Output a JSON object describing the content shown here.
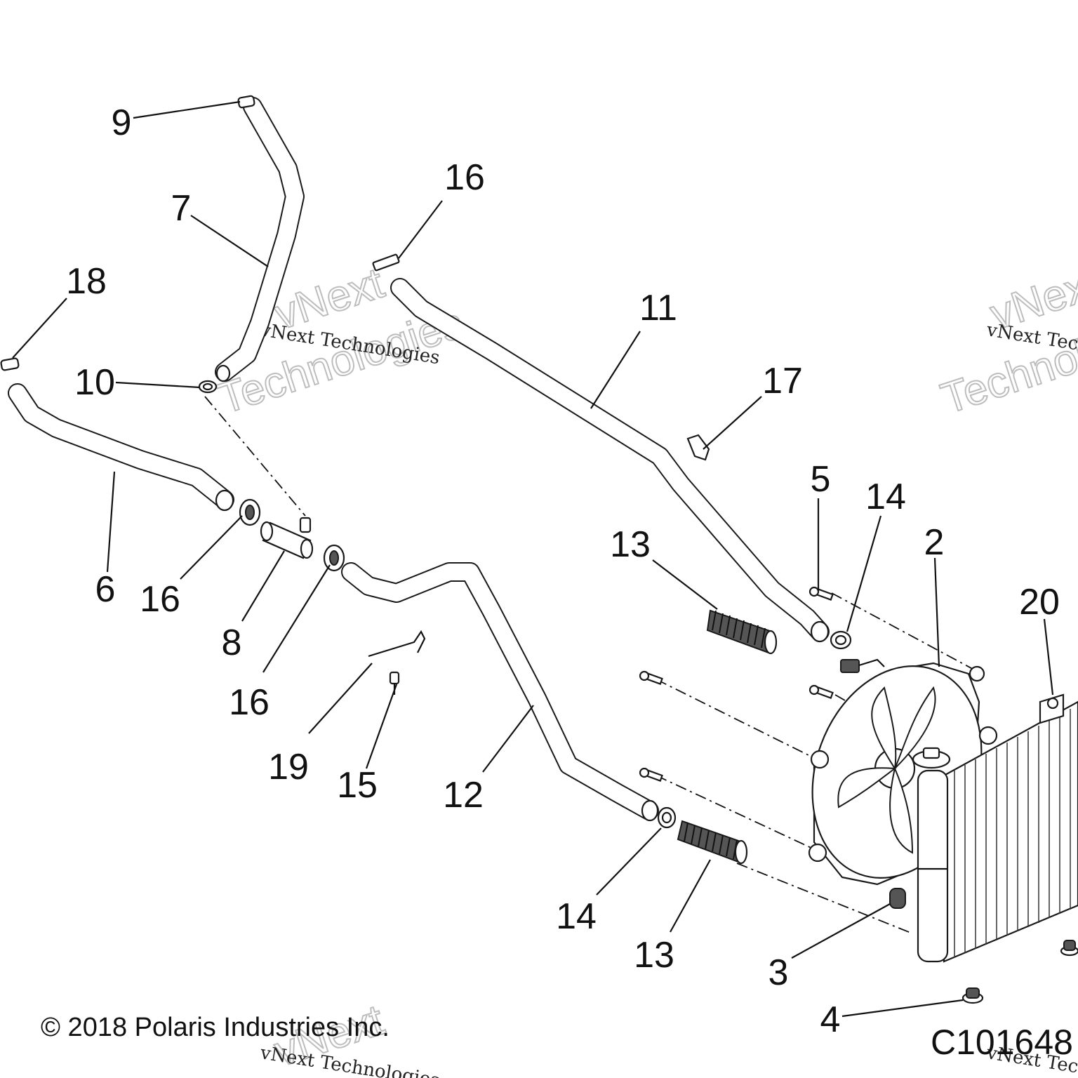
{
  "callouts": {
    "c9": "9",
    "c7": "7",
    "c18": "18",
    "c10": "10",
    "c6": "6",
    "c16a": "16",
    "c8": "8",
    "c16b": "16",
    "c16c": "16",
    "c11": "11",
    "c17": "17",
    "c5": "5",
    "c14a": "14",
    "c2": "2",
    "c20": "20",
    "c13a": "13",
    "c19": "19",
    "c15": "15",
    "c12": "12",
    "c14b": "14",
    "c13b": "13",
    "c3": "3",
    "c4": "4"
  },
  "copyright": "© 2018 Polaris Industries Inc.",
  "figure_id": "C101648",
  "watermark": {
    "line": "vNext Technologies",
    "big_top": "vNext",
    "big_bottom": "Technologies"
  }
}
